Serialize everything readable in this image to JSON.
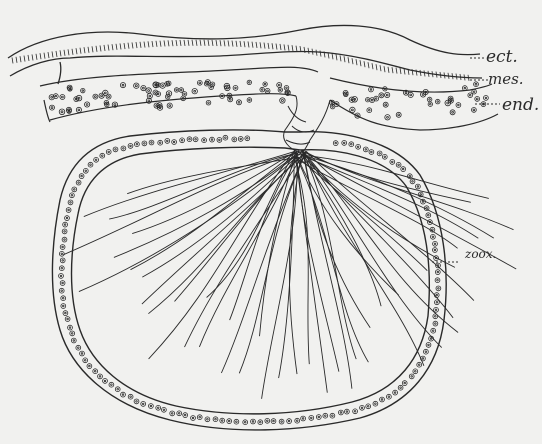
{
  "figure": {
    "background_color": "#f1f1ef",
    "ink_color": "#2a2a2a",
    "labels": {
      "ect": "ect.",
      "mes": "mes.",
      "end": "end.",
      "zoox": "zoox."
    }
  }
}
